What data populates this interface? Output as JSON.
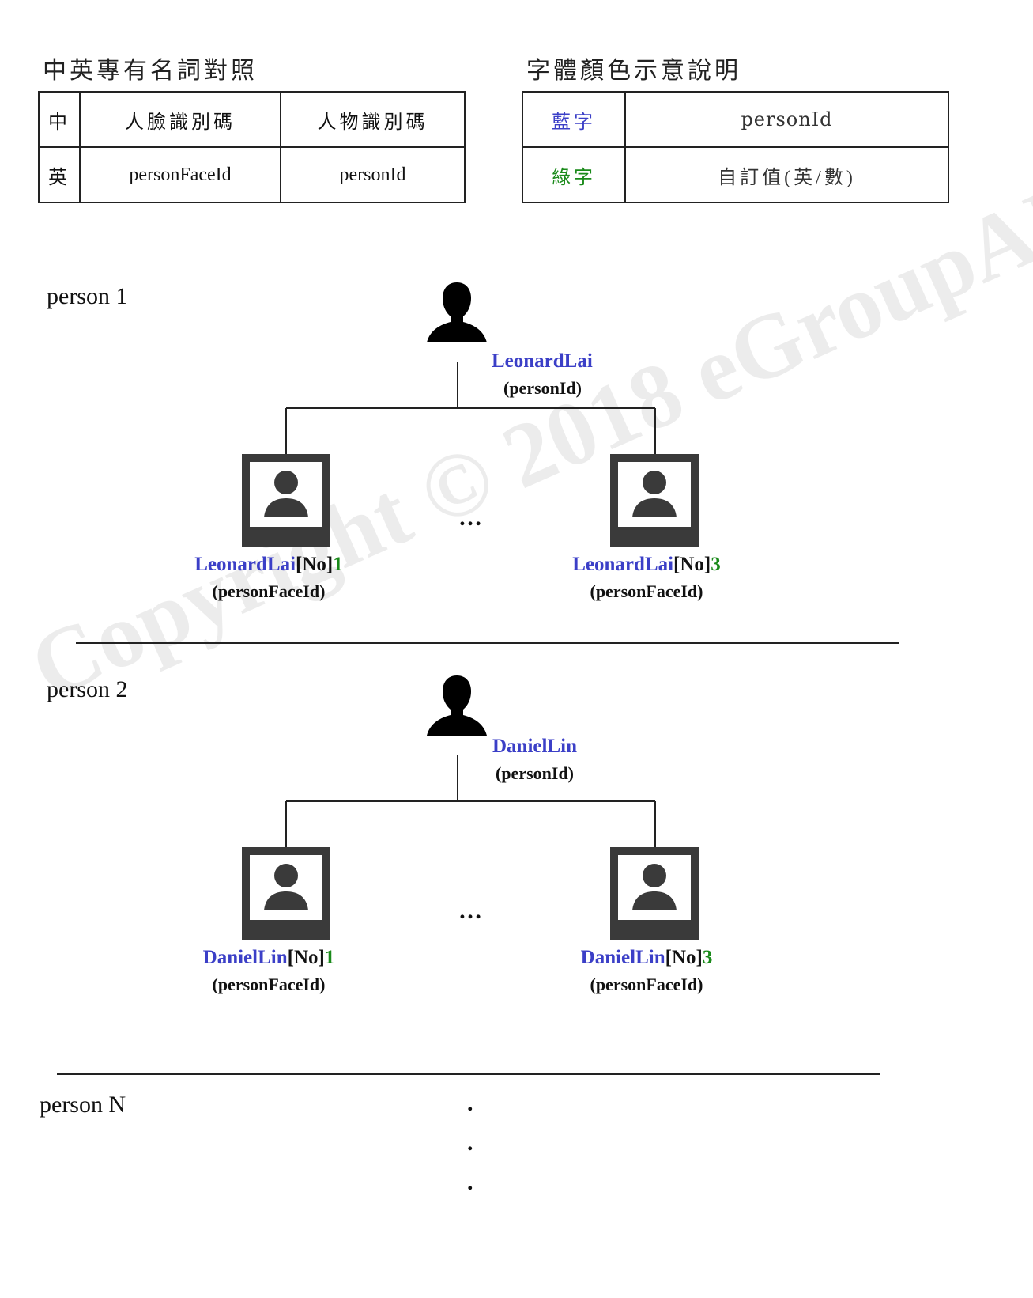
{
  "terms_table": {
    "title": "中英專有名詞對照",
    "rows": [
      [
        "中",
        "人臉識別碼",
        "人物識別碼"
      ],
      [
        "英",
        "personFaceId",
        "personId"
      ]
    ]
  },
  "color_table": {
    "title": "字體顏色示意說明",
    "rows": [
      [
        "藍字",
        "personId"
      ],
      [
        "綠字",
        "自訂值(英/數)"
      ]
    ]
  },
  "colors": {
    "blue": "#3b3fc7",
    "green": "#1a8a1a"
  },
  "persons": [
    {
      "label": "person 1",
      "person_id": "LeonardLai",
      "person_id_type": "(personId)",
      "faces": [
        {
          "name": "LeonardLai",
          "tag": "[No]",
          "num": "1",
          "type": "(personFaceId)"
        },
        {
          "name": "LeonardLai",
          "tag": "[No]",
          "num": "3",
          "type": "(personFaceId)"
        }
      ],
      "ellipsis": "…"
    },
    {
      "label": "person 2",
      "person_id": "DanielLin",
      "person_id_type": "(personId)",
      "faces": [
        {
          "name": "DanielLin",
          "tag": "[No]",
          "num": "1",
          "type": "(personFaceId)"
        },
        {
          "name": "DanielLin",
          "tag": "[No]",
          "num": "3",
          "type": "(personFaceId)"
        }
      ],
      "ellipsis": "…"
    }
  ],
  "person_n": {
    "label": "person N",
    "dots": [
      ".",
      ".",
      "."
    ]
  },
  "watermark": "Copyright © 2018 eGroupAI"
}
